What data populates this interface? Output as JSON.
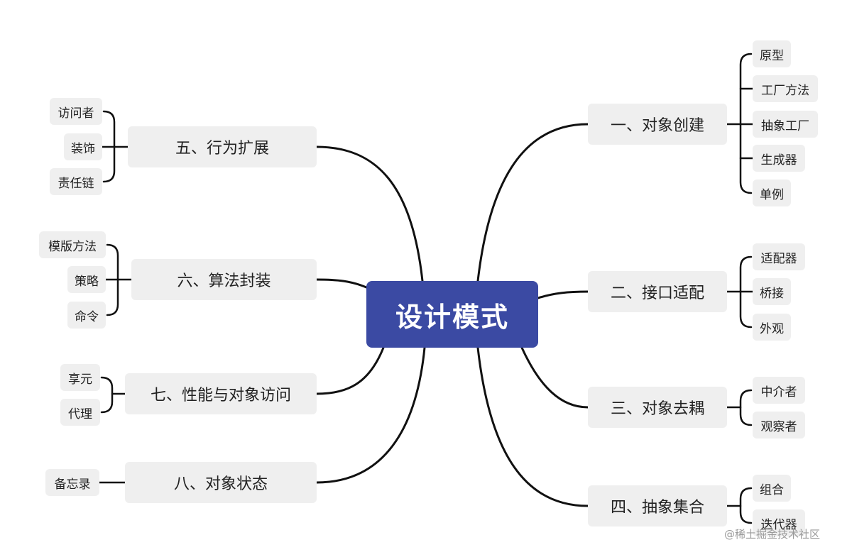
{
  "center": "设计模式",
  "branches": {
    "b1": {
      "label": "一、对象创建",
      "leaves": [
        "原型",
        "工厂方法",
        "抽象工厂",
        "生成器",
        "单例"
      ]
    },
    "b2": {
      "label": "二、接口适配",
      "leaves": [
        "适配器",
        "桥接",
        "外观"
      ]
    },
    "b3": {
      "label": "三、对象去耦",
      "leaves": [
        "中介者",
        "观察者"
      ]
    },
    "b4": {
      "label": "四、抽象集合",
      "leaves": [
        "组合",
        "迭代器"
      ]
    },
    "b5": {
      "label": "五、行为扩展",
      "leaves": [
        "访问者",
        "装饰",
        "责任链"
      ]
    },
    "b6": {
      "label": "六、算法封装",
      "leaves": [
        "模版方法",
        "策略",
        "命令"
      ]
    },
    "b7": {
      "label": "七、性能与对象访问",
      "leaves": [
        "享元",
        "代理"
      ]
    },
    "b8": {
      "label": "八、对象状态",
      "leaves": [
        "备忘录"
      ]
    }
  },
  "watermark": "@稀土掘金技术社区"
}
